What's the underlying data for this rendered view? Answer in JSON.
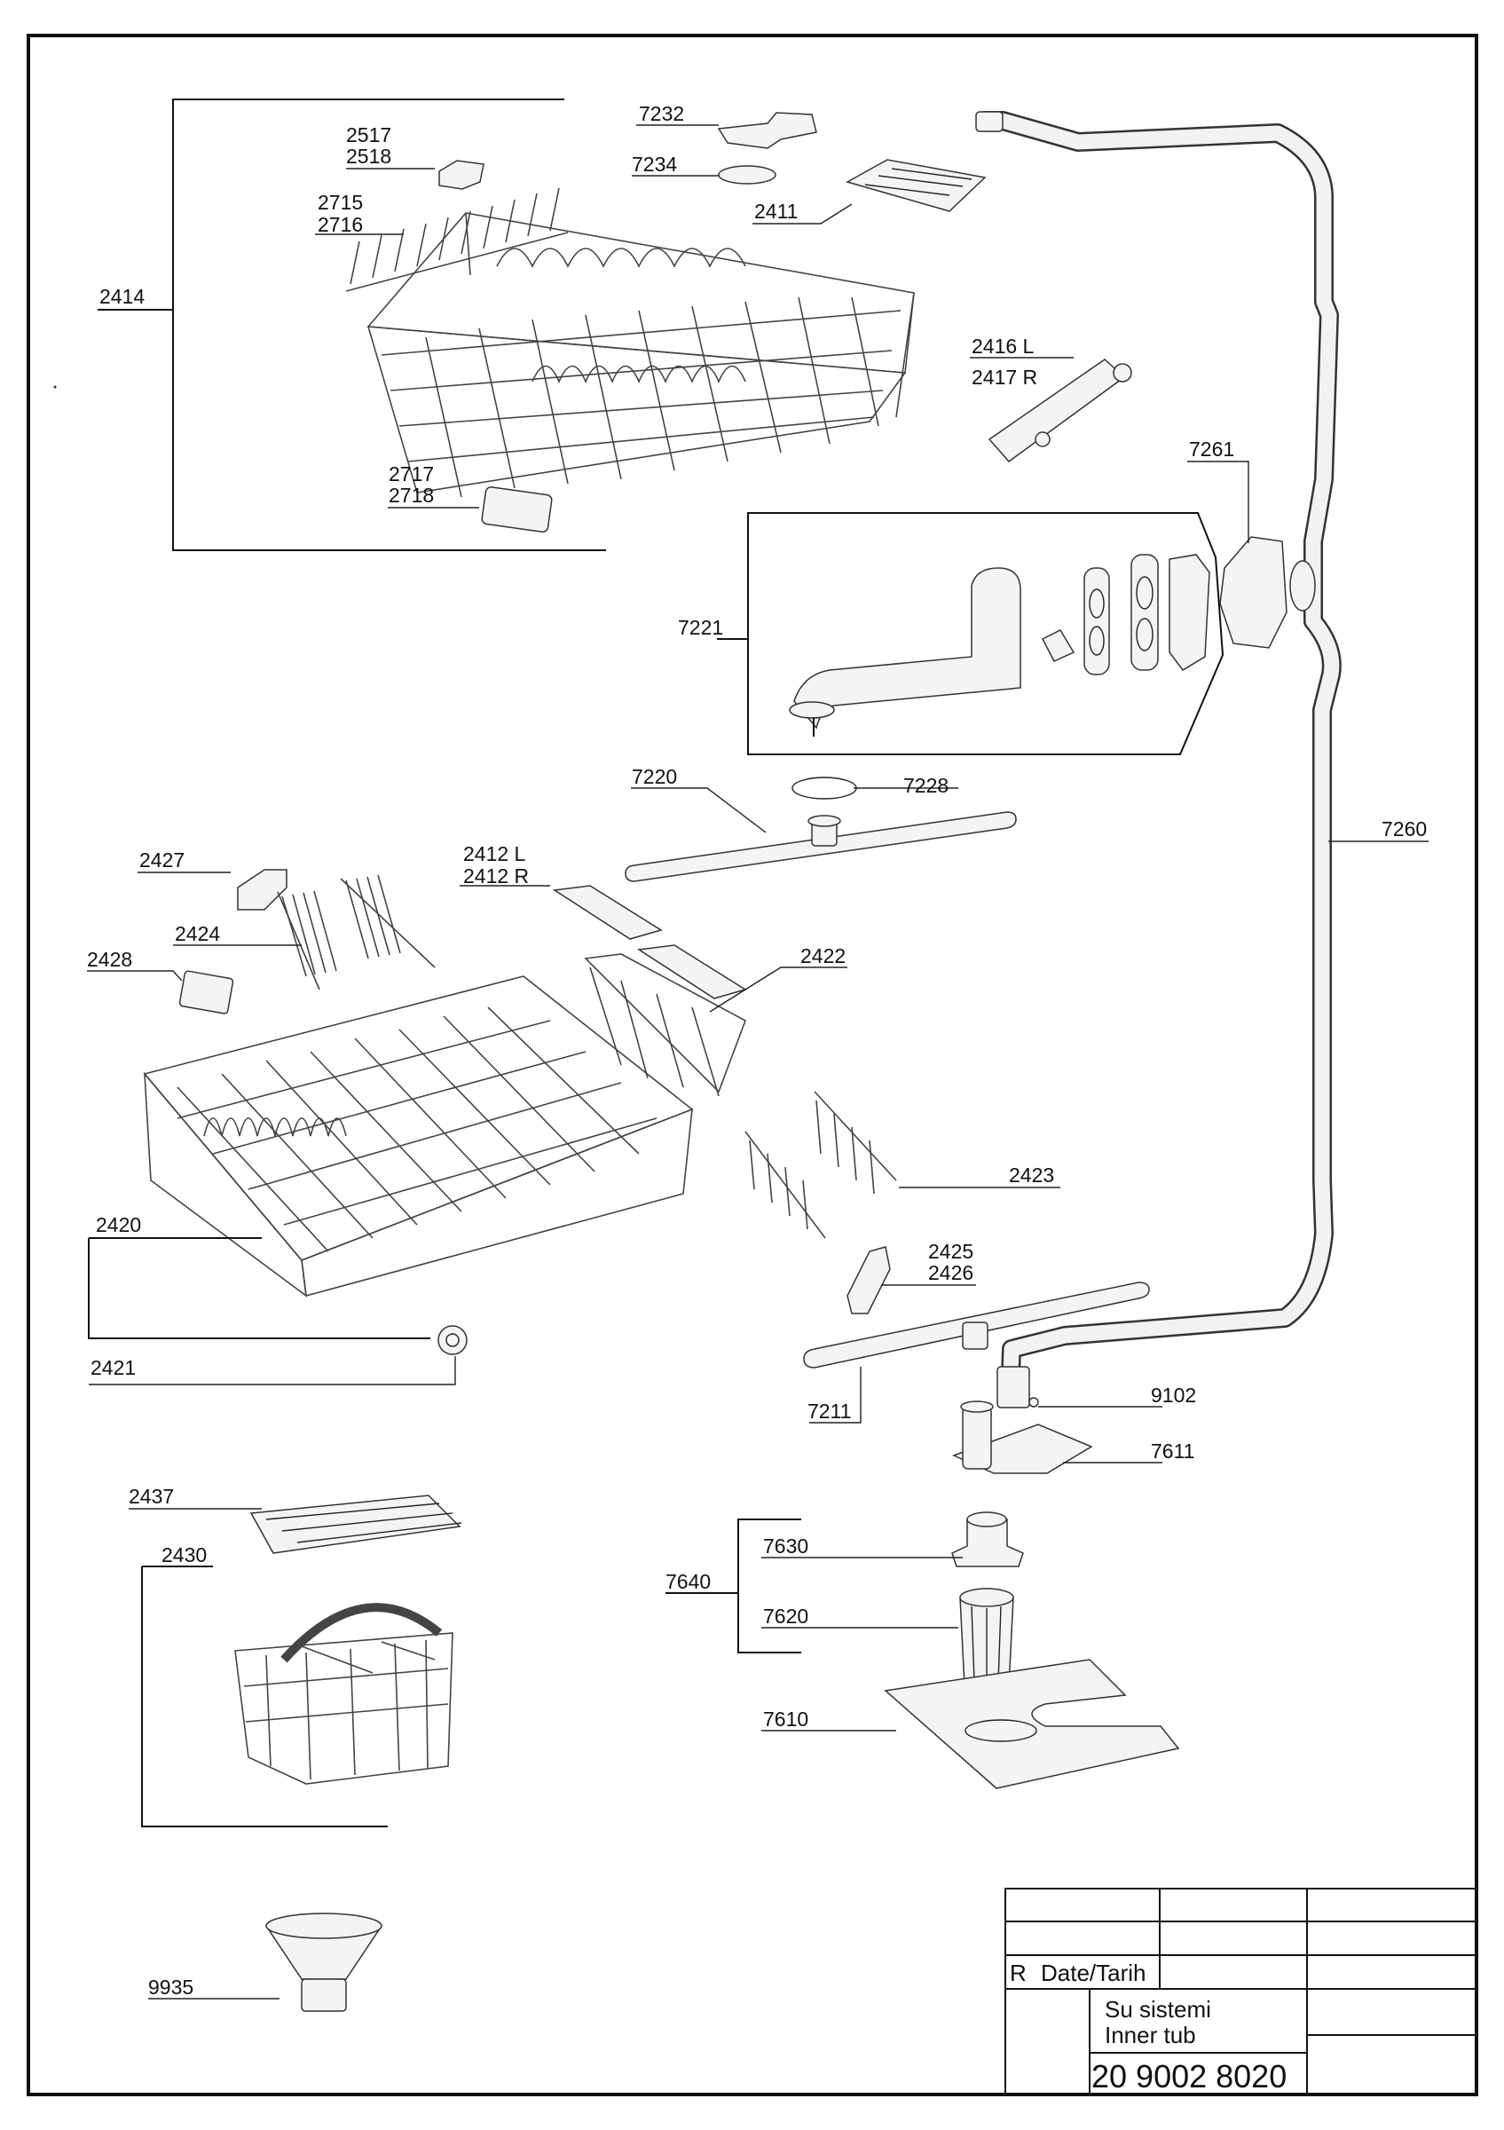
{
  "labels": {
    "l2517": "2517",
    "l2518": "2518",
    "l2715": "2715",
    "l2716": "2716",
    "l2414": "2414",
    "l2717": "2717",
    "l2718": "2718",
    "l7232": "7232",
    "l7234": "7234",
    "l2411": "2411",
    "l2416": "2416 L",
    "l2417": "2417 R",
    "l7261": "7261",
    "l7221": "7221",
    "l7220": "7220",
    "l7228": "7228",
    "l7260": "7260",
    "l2427": "2427",
    "l2412l": "2412 L",
    "l2412r": "2412 R",
    "l2424": "2424",
    "l2428": "2428",
    "l2422": "2422",
    "l2423": "2423",
    "l2420": "2420",
    "l2425": "2425",
    "l2426": "2426",
    "l2421": "2421",
    "l9102": "9102",
    "l7211": "7211",
    "l7611": "7611",
    "l2437": "2437",
    "l2430": "2430",
    "l7630": "7630",
    "l7640": "7640",
    "l7620": "7620",
    "l7610": "7610",
    "l9935": "9935"
  },
  "title_block": {
    "rev": "R",
    "date_label": "Date/Tarih",
    "name_tr": "Su sistemi",
    "name_en": "Inner tub",
    "drawing_number": "20 9002 8020"
  }
}
